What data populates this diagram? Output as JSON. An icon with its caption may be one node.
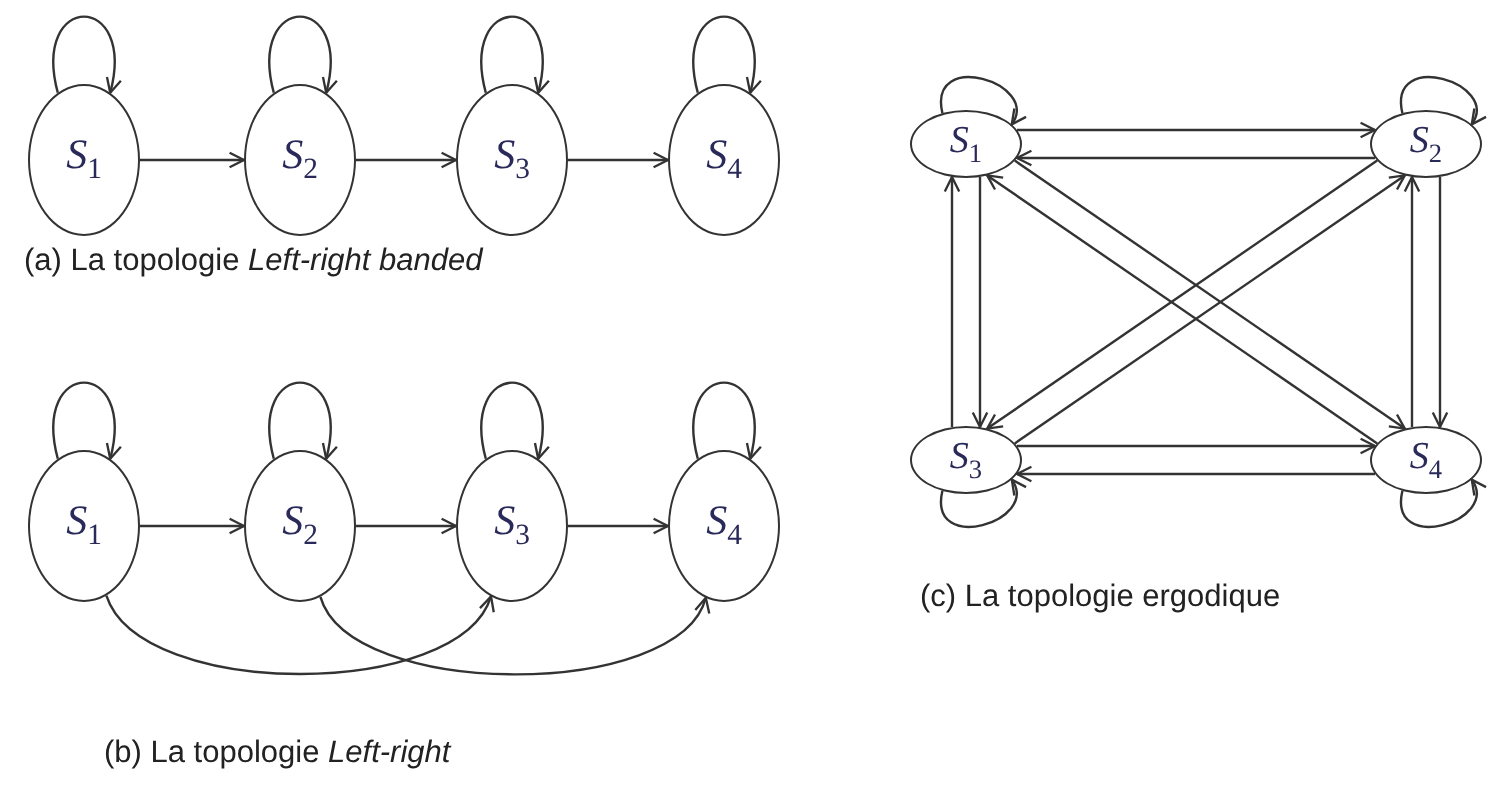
{
  "diagram": {
    "nodes": [
      {
        "text": [
          "*S*$_{1}$"
        ]
      },
      {
        "text": [
          "*S*$_{2}$"
        ]
      },
      {
        "text": [
          "*S*$_{3}$"
        ]
      },
      {
        "text": [
          "*S*$_{4}$"
        ]
      },
      {
        "text": [
          "*S*$_{1}$"
        ]
      },
      {
        "text": [
          "*S*$_{2}$"
        ]
      },
      {
        "text": [
          "*S*$_{3}$"
        ]
      },
      {
        "text": [
          "*S*$_{4}$"
        ]
      },
      {
        "text": [
          "*S*$_{1}$"
        ]
      },
      {
        "text": [
          "*S*$_{2}$"
        ]
      },
      {
        "text": [
          "*S*$_{3}$"
        ]
      },
      {
        "text": [
          "*S*$_{4}$"
        ]
      }
    ],
    "edges": [
      {
        "from": 0,
        "to": 0,
        "arrow": "to"
      },
      {
        "from": 1,
        "to": 1,
        "arrow": "to"
      },
      {
        "from": 2,
        "to": 2,
        "arrow": "to"
      },
      {
        "from": 3,
        "to": 3,
        "arrow": "to"
      },
      {
        "from": 0,
        "to": 1,
        "arrow": "to"
      },
      {
        "from": 1,
        "to": 2,
        "arrow": "to"
      },
      {
        "from": 2,
        "to": 3,
        "arrow": "to"
      },
      {
        "from": 4,
        "to": 4,
        "arrow": "to"
      },
      {
        "from": 5,
        "to": 5,
        "arrow": "to"
      },
      {
        "from": 6,
        "to": 6,
        "arrow": "to"
      },
      {
        "from": 7,
        "to": 7,
        "arrow": "to"
      },
      {
        "from": 4,
        "to": 5,
        "arrow": "to"
      },
      {
        "from": 5,
        "to": 6,
        "arrow": "to"
      },
      {
        "from": 6,
        "to": 7,
        "arrow": "to"
      },
      {
        "from": 4,
        "to": 6,
        "arrow": "to"
      },
      {
        "from": 5,
        "to": 7,
        "arrow": "to"
      },
      {
        "from": 8,
        "to": 8,
        "arrow": "to"
      },
      {
        "from": 9,
        "to": 9,
        "arrow": "to"
      },
      {
        "from": 10,
        "to": 10,
        "arrow": "to"
      },
      {
        "from": 11,
        "to": 11,
        "arrow": "to"
      },
      {
        "from": 8,
        "to": 9,
        "arrow": "to"
      },
      {
        "from": 9,
        "to": 8,
        "arrow": "to"
      },
      {
        "from": 8,
        "to": 10,
        "arrow": "to"
      },
      {
        "from": 10,
        "to": 8,
        "arrow": "to"
      },
      {
        "from": 9,
        "to": 11,
        "arrow": "to"
      },
      {
        "from": 11,
        "to": 9,
        "arrow": "to"
      },
      {
        "from": 10,
        "to": 11,
        "arrow": "to"
      },
      {
        "from": 11,
        "to": 10,
        "arrow": "to"
      },
      {
        "from": 8,
        "to": 11,
        "arrow": "to"
      },
      {
        "from": 11,
        "to": 8,
        "arrow": "to"
      },
      {
        "from": 9,
        "to": 10,
        "arrow": "to"
      },
      {
        "from": 10,
        "to": 9,
        "arrow": "to"
      }
    ],
    "labels": [
      "(a) La topologie *Left-right banded*",
      "(b) La topologie *Left-right*",
      "(c) La topologie ergodique"
    ]
  }
}
